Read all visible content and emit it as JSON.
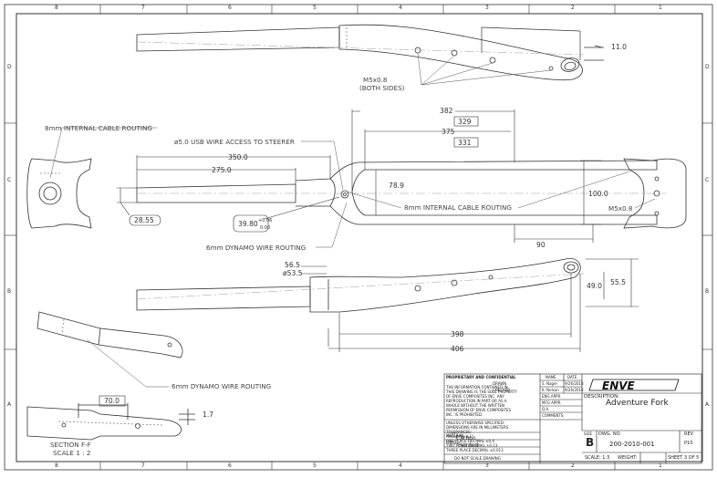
{
  "zones": {
    "columns_top": [
      "8",
      "7",
      "6",
      "5",
      "4",
      "3",
      "2",
      "1"
    ],
    "columns_bottom": [
      "8",
      "7",
      "6",
      "5",
      "4",
      "3",
      "2",
      "1"
    ],
    "rows_left": [
      "D",
      "C",
      "B",
      "A"
    ],
    "rows_right": [
      "D",
      "C",
      "B",
      "A"
    ]
  },
  "annotations": {
    "cable_left": "8mm INTERNAL CABLE ROUTING",
    "usb": "ø5.0 USB WIRE ACCESS TO STEERER",
    "dynamo_mid": "6mm DYNAMO WIRE ROUTING",
    "cable_right": "8mm INTERNAL CABLE ROUTING",
    "m5_top_1": "M5x0.8",
    "m5_top_2": "(BOTH SIDES)",
    "m5_right": "M5x0.8",
    "dynamo_low": "6mm DYNAMO WIRE ROUTING",
    "section_1": "SECTION F-F",
    "section_2": "SCALE 1 : 2"
  },
  "dimensions": {
    "d11": "11.0",
    "d382": "382",
    "d329": "329",
    "d375": "375",
    "d331": "331",
    "d350": "350.0",
    "d275": "275.0",
    "d2855": "28.55",
    "d3980": "39.80",
    "d3980_tol_up": "+0.06",
    "d3980_tol_lo": "0.00",
    "d789": "78.9",
    "d100": "100.0",
    "d90": "90",
    "d565": "56.5",
    "d535": "ø53.5",
    "d490": "49.0",
    "d555": "55.5",
    "d398": "398",
    "d406": "406",
    "d700": "70.0",
    "d17": "1.7"
  },
  "title_block": {
    "proprietary_header": "PROPRIETARY AND CONFIDENTIAL",
    "proprietary_body": [
      "THE INFORMATION CONTAINED IN",
      "THIS DRAWING IS THE SOLE PROPERTY",
      "OF ENVE COMPOSITES INC. ANY",
      "REPRODUCTION IN PART OR AS A",
      "WHOLE WITHOUT THE WRITTEN",
      "PERMISSION OF ENVE COMPOSITES",
      "INC. IS PROHIBITED."
    ],
    "unless_specified": [
      "UNLESS OTHERWISE SPECIFIED:",
      "DIMENSIONS ARE IN MILLIMETERS",
      "TOLERANCES:",
      "ANGULAR: ±1°",
      "ONE PLACE DECIMAL  ±0.4",
      "TWO PLACE DECIMAL  ±0.13",
      "THREE PLACE DECIMAL  ±0.013"
    ],
    "col_name": "NAME",
    "col_date": "DATE",
    "drawn_label": "DRAWN",
    "drawn_name": "S. Nagel",
    "drawn_date": "9/26/2018",
    "checked_label": "CHECKED",
    "checked_name": "K. Nelson",
    "checked_date": "9/26/2018",
    "eng_appr": "ENG APPR.",
    "mfg_appr": "MFG APPR.",
    "qa": "Q.A.",
    "comments": "COMMENTS:",
    "material_label": "MATERIAL",
    "material": "Carbon",
    "finish_label": "FINISH",
    "finish": "Painted",
    "no_scale": "DO NOT SCALE DRAWING",
    "logo_text": "ENVE",
    "description_label": "DESCRIPTION:",
    "description": "Adventure Fork",
    "size_label": "SIZE",
    "size": "B",
    "dwg_label": "DWG. NO.",
    "dwg_no": "200-2010-001",
    "rev_label": "REV",
    "rev": "P10",
    "scale": "SCALE: 1:3",
    "weight": "WEIGHT:",
    "sheet": "SHEET 3 OF 5"
  }
}
